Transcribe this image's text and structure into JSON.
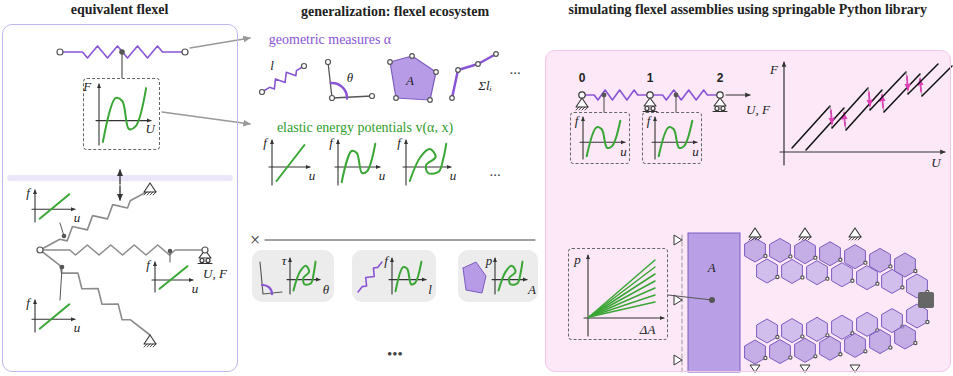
{
  "diagram": {
    "nodes": [
      {
        "text": [
          "equivalent flexel"
        ]
      },
      {
        "text": [
          "F",
          "U"
        ],
        "in": 0
      },
      {
        "text": [
          "A"
        ]
      },
      {
        "text": [
          "τ",
          "θ"
        ]
      },
      {
        "text": [
          "f",
          "l"
        ]
      },
      {
        "text": [
          "p",
          "A"
        ]
      },
      {
        "text": [
          "simulating flexel assemblies using springable Python library"
        ]
      },
      {
        "text": [
          "f",
          "u"
        ],
        "in": 6
      },
      {
        "text": [
          "f",
          "u"
        ],
        "in": 6
      },
      {
        "text": [
          "p",
          "ΔA"
        ],
        "in": 6
      },
      {
        "text": [
          "A"
        ],
        "in": 6
      }
    ],
    "labels": [
      "generalization: flexel ecosystem",
      "geometric measures α",
      "l",
      "θ",
      "Σlᵢ",
      "...",
      "elastic energy potentials v(α, x)",
      "f",
      "u",
      "f",
      "u",
      "f",
      "u",
      "...",
      "×",
      "•••",
      "f",
      "u",
      "f",
      "u",
      "f",
      "u",
      "U, F",
      "0",
      "1",
      "2",
      "U, F",
      "F",
      "U"
    ]
  }
}
